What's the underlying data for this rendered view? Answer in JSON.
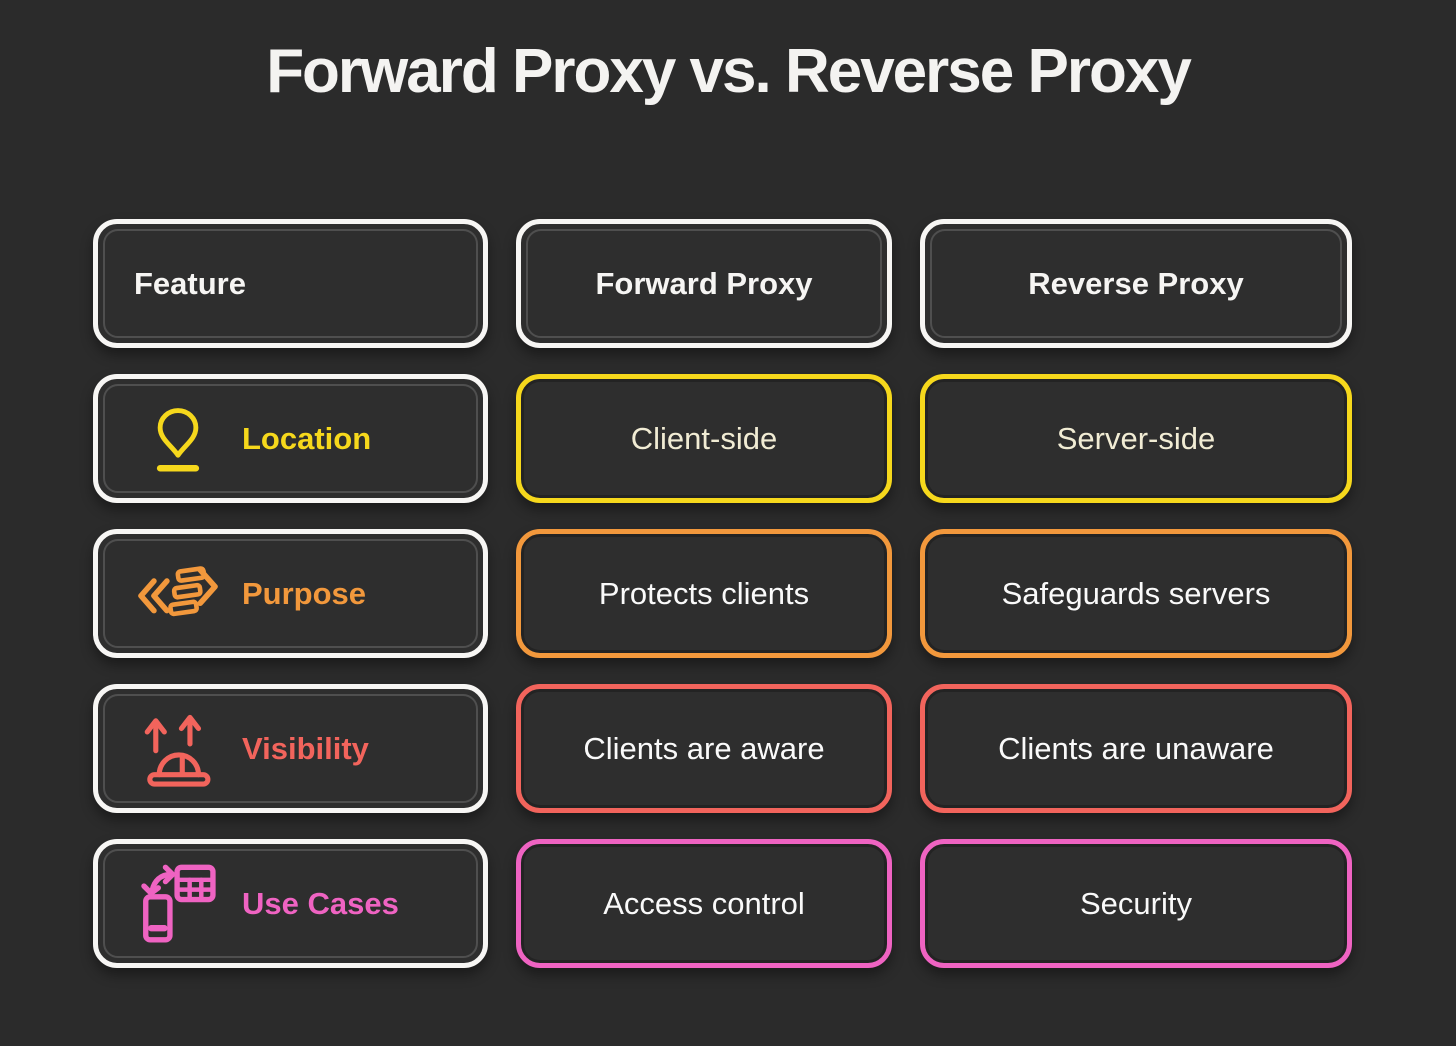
{
  "title": "Forward Proxy vs. Reverse Proxy",
  "colors": {
    "background": "#2b2b2b",
    "card_fill": "#2e2e2e",
    "white_border": "#f7f6f4",
    "title_text": "#f4f3f1",
    "header_text": "#f6f5f3",
    "value_text": "#fafafa",
    "cream_text": "#f1ecd4",
    "yellow": "#F6D81C",
    "orange": "#F2983C",
    "coral": "#F2645C",
    "pink": "#EF63C2"
  },
  "table": {
    "header": {
      "feature": "Feature",
      "forward": "Forward Proxy",
      "reverse": "Reverse Proxy"
    },
    "rows": [
      {
        "feature": "Location",
        "icon": "location-pin-icon",
        "accent": "#F6D81C",
        "forward": "Client-side",
        "reverse": "Server-side"
      },
      {
        "feature": "Purpose",
        "icon": "transfer-arrows-icon",
        "accent": "#F2983C",
        "forward": "Protects clients",
        "reverse": "Safeguards servers"
      },
      {
        "feature": "Visibility",
        "icon": "hard-hat-arrows-icon",
        "accent": "#F2645C",
        "forward": "Clients are aware",
        "reverse": "Clients are unaware"
      },
      {
        "feature": "Use Cases",
        "icon": "phone-sync-icon",
        "accent": "#EF63C2",
        "forward": "Access control",
        "reverse": "Security"
      }
    ]
  }
}
